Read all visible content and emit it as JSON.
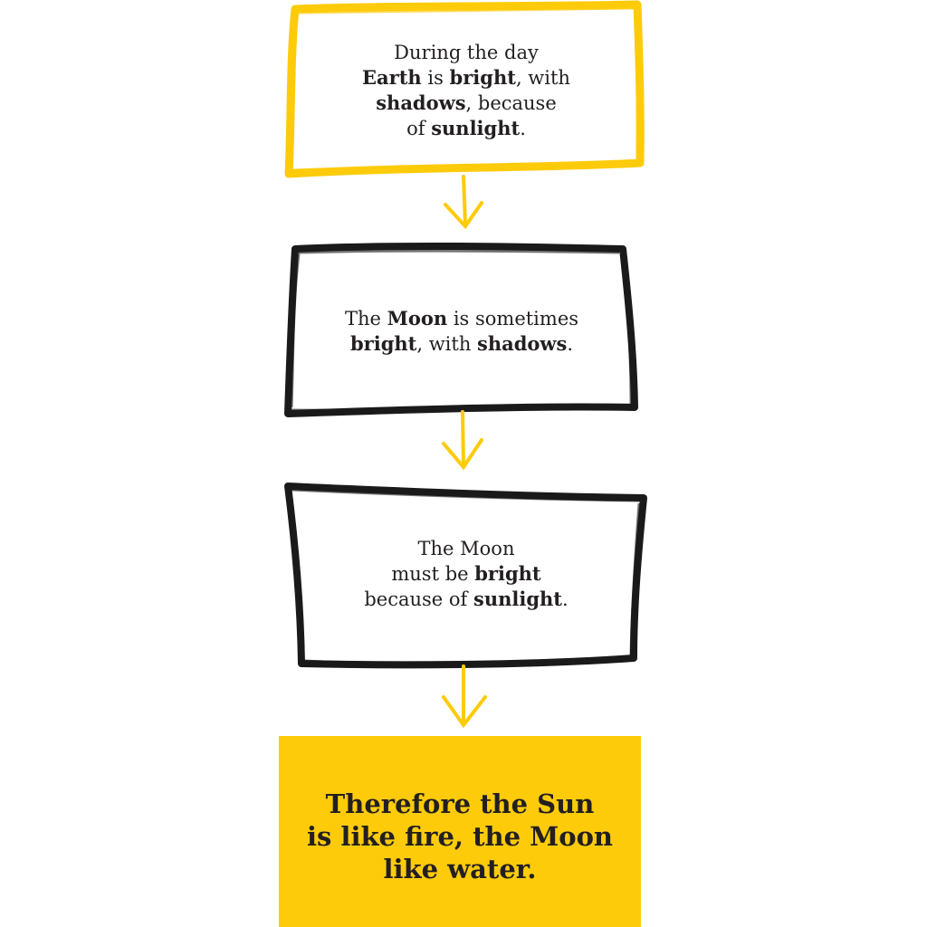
{
  "colors": {
    "accent_yellow": "#fdcb0a",
    "sketch_black": "#1a1a1a",
    "text": "#231f20",
    "background": "#ffffff"
  },
  "steps": [
    {
      "id": "step1",
      "border_color": "#fdcb0a",
      "lines": [
        [
          {
            "t": "During the day",
            "b": false
          }
        ],
        [
          {
            "t": "Earth",
            "b": true
          },
          {
            "t": " is ",
            "b": false
          },
          {
            "t": "bright",
            "b": true
          },
          {
            "t": ", with",
            "b": false
          }
        ],
        [
          {
            "t": "shadows",
            "b": true
          },
          {
            "t": ", because",
            "b": false
          }
        ],
        [
          {
            "t": "of ",
            "b": false
          },
          {
            "t": "sunlight",
            "b": true
          },
          {
            "t": ".",
            "b": false
          }
        ]
      ]
    },
    {
      "id": "step2",
      "border_color": "#1a1a1a",
      "lines": [
        [
          {
            "t": "The ",
            "b": false
          },
          {
            "t": "Moon",
            "b": true
          },
          {
            "t": " is sometimes",
            "b": false
          }
        ],
        [
          {
            "t": "bright",
            "b": true
          },
          {
            "t": ", with ",
            "b": false
          },
          {
            "t": "shadows",
            "b": true
          },
          {
            "t": ".",
            "b": false
          }
        ]
      ]
    },
    {
      "id": "step3",
      "border_color": "#1a1a1a",
      "lines": [
        [
          {
            "t": "The Moon",
            "b": false
          }
        ],
        [
          {
            "t": "must be ",
            "b": false
          },
          {
            "t": "bright",
            "b": true
          }
        ],
        [
          {
            "t": "because of ",
            "b": false
          },
          {
            "t": "sunlight",
            "b": true
          },
          {
            "t": ".",
            "b": false
          }
        ]
      ]
    }
  ],
  "conclusion": {
    "lines": [
      "Therefore the Sun",
      "is like fire, the Moon",
      "like water."
    ],
    "background": "#fdcb0a"
  }
}
